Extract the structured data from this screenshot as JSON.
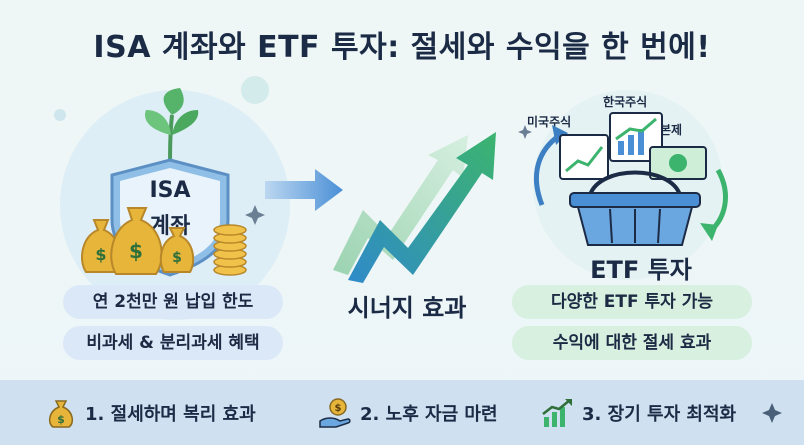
{
  "title": "ISA 계좌와 ETF 투자: 절세와 수익을 한 번에!",
  "isa": {
    "shield_line1": "ISA",
    "shield_line2": "계좌",
    "benefit1": "연 2천만 원 납입 한도",
    "benefit2": "비과세 & 분리과세 혜택"
  },
  "synergy_label": "시너지 효과",
  "etf": {
    "label": "ETF 투자",
    "asset_us": "미국주식",
    "asset_kr": "한국주식",
    "asset_bond": "본제",
    "benefit1": "다양한 ETF 투자 가능",
    "benefit2": "수익에 대한 절세 효과"
  },
  "bottom": [
    {
      "label": "1. 절세하며 복리 효과",
      "icon": "money-bag-icon"
    },
    {
      "label": "2. 노후 자금 마련",
      "icon": "hand-coin-icon"
    },
    {
      "label": "3. 장기 투자 최적화",
      "icon": "growth-chart-icon"
    }
  ],
  "colors": {
    "navy": "#1c2b45",
    "green": "#3cb46e",
    "blue": "#4a8fd6",
    "gold": "#e6b53a"
  }
}
